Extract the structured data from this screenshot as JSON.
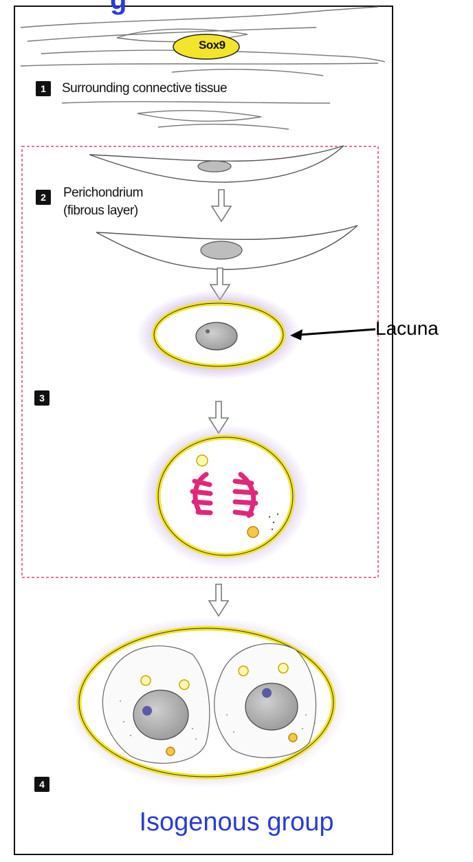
{
  "title_fragment": "g",
  "steps": [
    {
      "number": "1",
      "label": "Surrounding connective tissue"
    },
    {
      "number": "2",
      "label_line1": "Perichondrium",
      "label_line2": "(fibrous layer)"
    },
    {
      "number": "3"
    },
    {
      "number": "4"
    }
  ],
  "gene_label": "Sox9",
  "callouts": {
    "lacuna": "Lacuna"
  },
  "caption": "Isogenous group",
  "colors": {
    "yellow": "#f2e52a",
    "purple_halo": "#c9b0ea",
    "magenta_chromosomes": "#e0287a",
    "blue_text": "#2a3bd6",
    "dashed_box": "#e0407a"
  }
}
